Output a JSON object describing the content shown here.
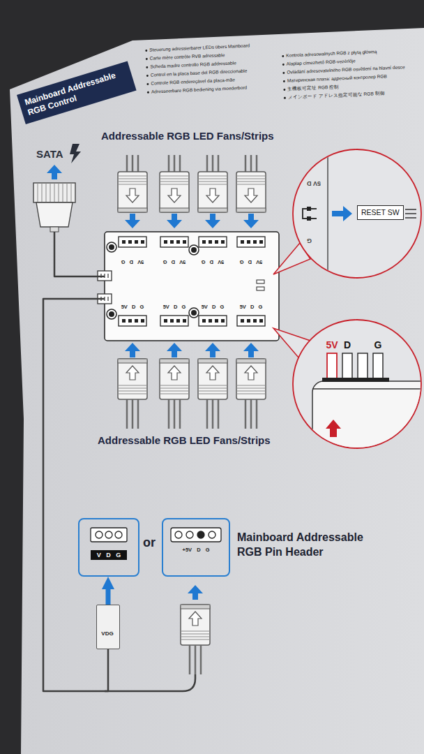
{
  "diagram": {
    "title": "Mainboard Addressable RGB Control",
    "nodes": [
      {
        "text": [
          "SATA"
        ]
      },
      {
        "text": [
          "5V D G",
          "5V D G",
          "5V D G",
          "5V D G",
          "5V D G",
          "5V D G",
          "5V D G",
          "5V D G"
        ]
      },
      {
        "text": [
          "5V D",
          "G"
        ]
      },
      {
        "text": [
          "RESET SW"
        ],
        "in": 2
      },
      {
        "text": [
          "5V",
          "D",
          "G"
        ]
      },
      {
        "text": [
          "V D G"
        ]
      },
      {
        "text": [
          "+5V D G"
        ]
      },
      {
        "text": [
          "VDG"
        ]
      }
    ],
    "edges": [
      {
        "from": 1,
        "to": 0,
        "arrow": "none"
      },
      {
        "from": 1,
        "to": 7,
        "arrow": "none"
      },
      {
        "from": 7,
        "to": 5,
        "arrow": "to"
      }
    ],
    "labels": [
      "Steuerung adressierbarer LEDs übers Mainboard",
      "Carte mère contrôle RVB adressable",
      "Scheda madre controllo RGB addressable",
      "Control en la placa base del RGB direccionable",
      "Controle RGB endereçável da placa-mãe",
      "Adresseerbare RGB bediening via moederbord",
      "Kontrola adresowalnych RGB z płytą główną",
      "Alaplap címezhető RGB-vezérlője",
      "Ovládání adresovatelného RGB osvětlení na hlavní desce",
      "Материнская плата: адресный контролер RGB",
      "主機板可定址 RGB 控制",
      "メインボード アドレス指定可能な RGB 制御",
      "Addressable RGB LED Fans/Strips",
      "Addressable RGB LED Fans/Strips",
      "or",
      "Mainboard Addressable RGB Pin Header"
    ]
  }
}
